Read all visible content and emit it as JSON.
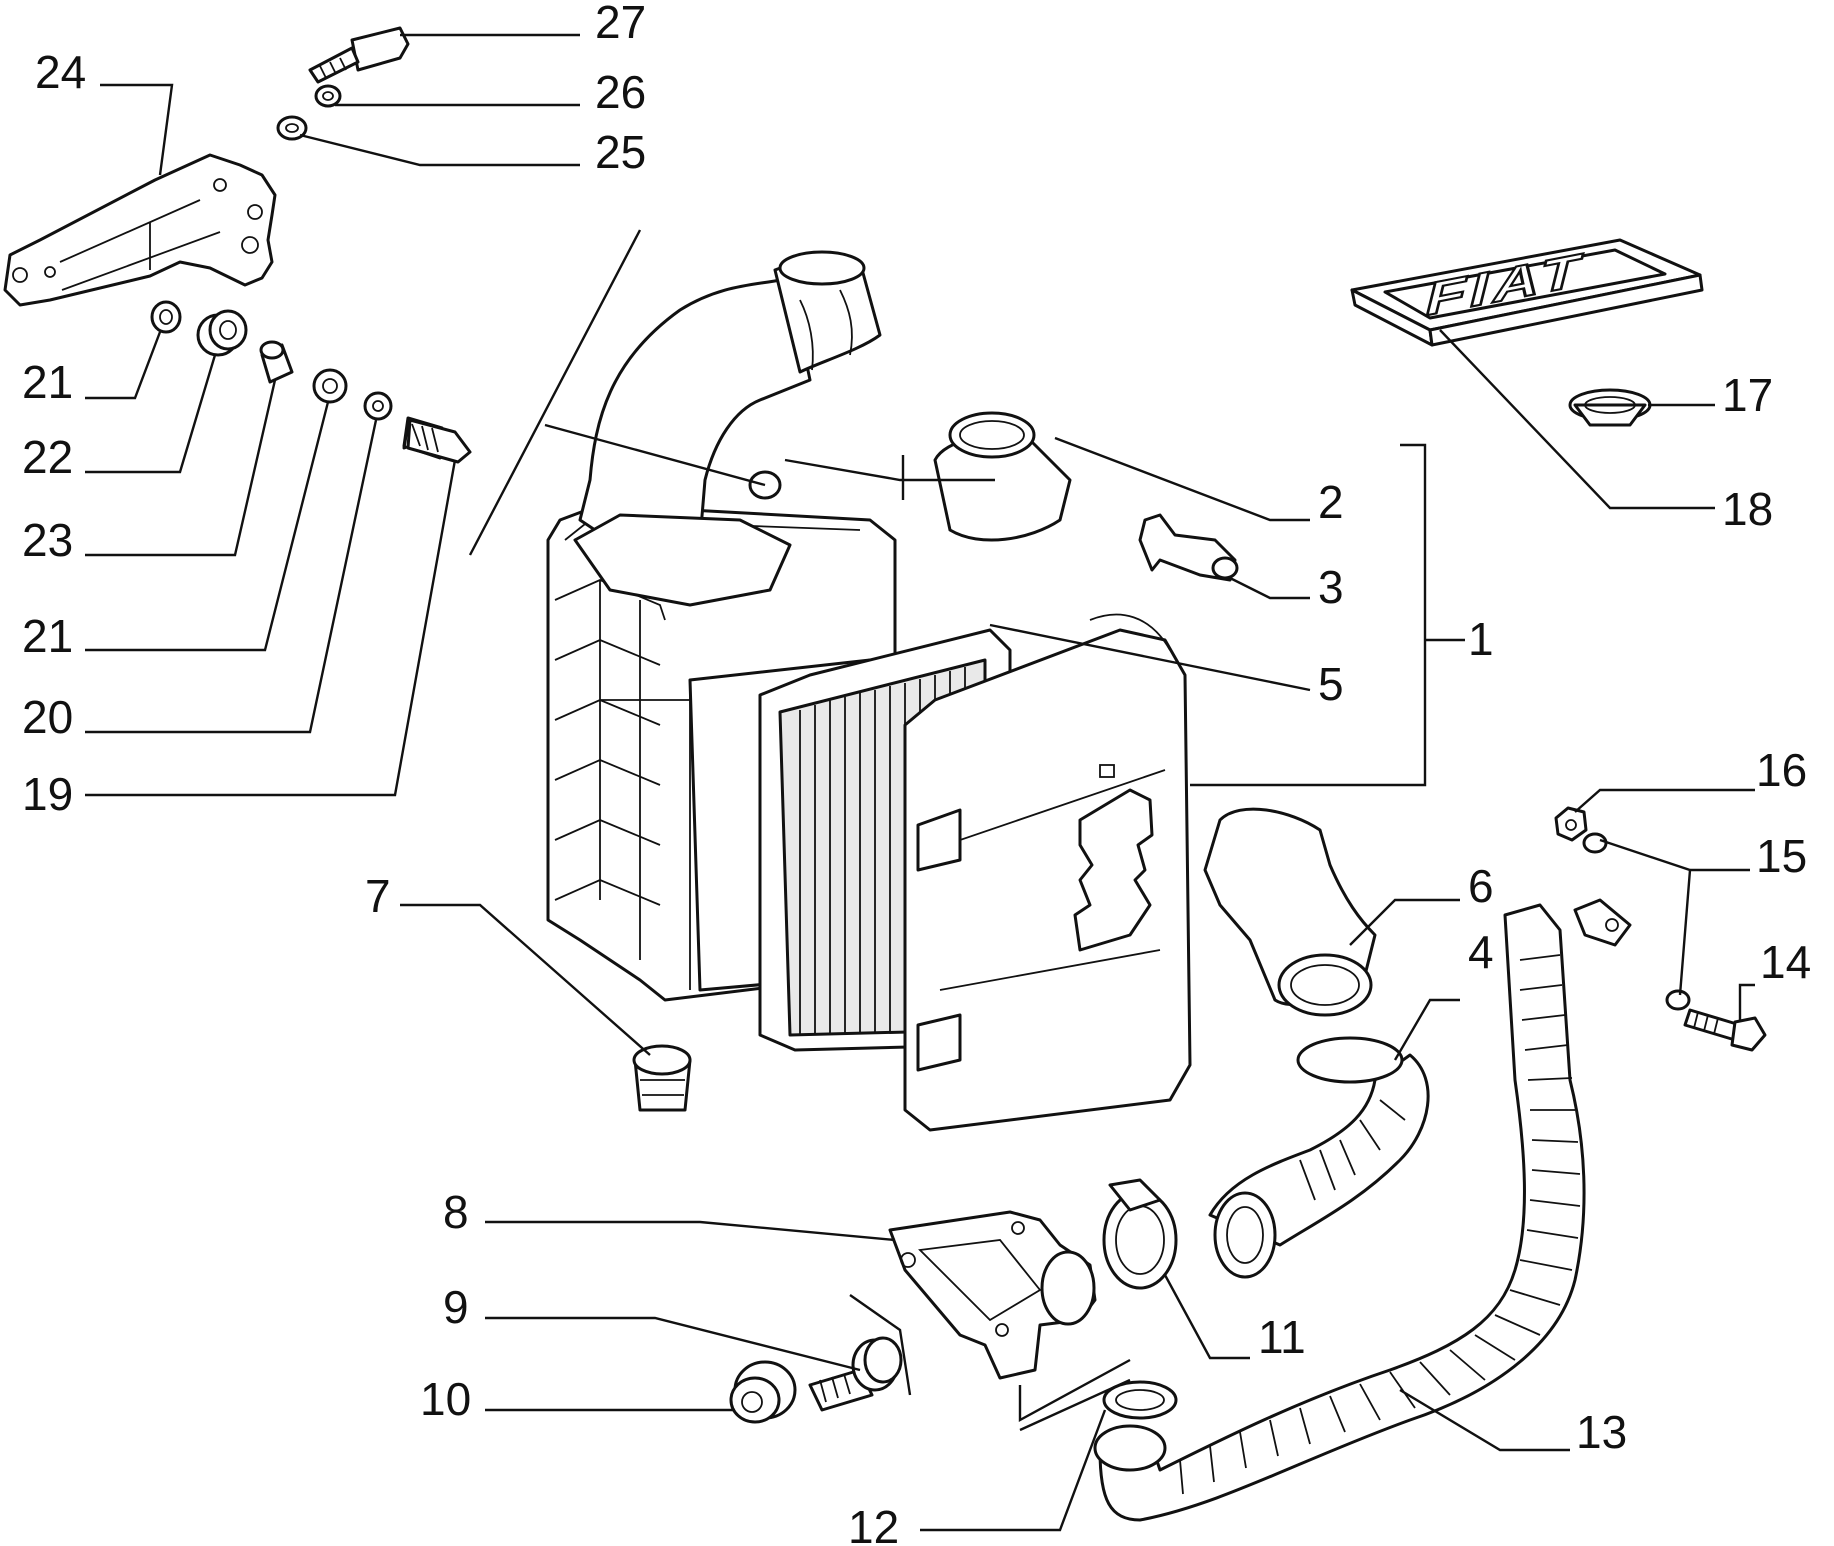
{
  "diagram": {
    "labels": [
      "1",
      "2",
      "3",
      "4",
      "5",
      "6",
      "7",
      "8",
      "9",
      "10",
      "11",
      "12",
      "13",
      "14",
      "15",
      "16",
      "17",
      "18",
      "19",
      "20",
      "21",
      "22",
      "23",
      "21",
      "24",
      "25",
      "26",
      "27"
    ],
    "logo_text": "FIAT"
  }
}
